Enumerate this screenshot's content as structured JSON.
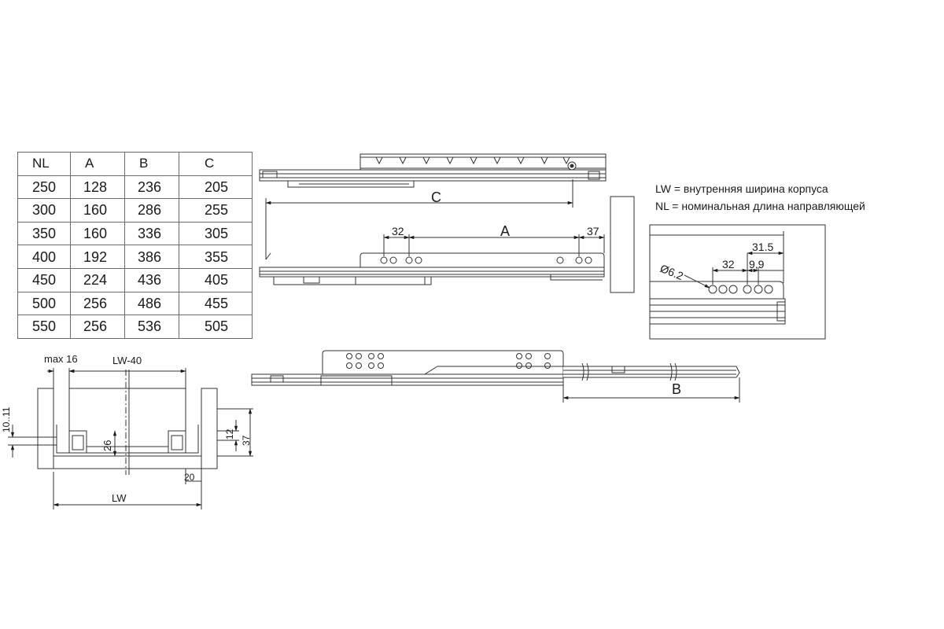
{
  "table": {
    "headers": [
      "NL",
      "A",
      "B",
      "C"
    ],
    "rows": [
      [
        "250",
        "128",
        "236",
        "205"
      ],
      [
        "300",
        "160",
        "286",
        "255"
      ],
      [
        "350",
        "160",
        "336",
        "305"
      ],
      [
        "400",
        "192",
        "386",
        "355"
      ],
      [
        "450",
        "224",
        "436",
        "405"
      ],
      [
        "500",
        "256",
        "486",
        "455"
      ],
      [
        "550",
        "256",
        "536",
        "505"
      ]
    ]
  },
  "legend": {
    "lw": "LW = внутренняя ширина корпуса",
    "nl": "NL = номинальная длина направляющей"
  },
  "labels": {
    "c": "C",
    "a": "A",
    "b": "B",
    "d32": "32",
    "d37": "37",
    "d31_5": "31.5",
    "d32_detail": "32",
    "d9_9": "9,9",
    "diam": "Ø6.2",
    "max16": "max 16",
    "lw40": "LW-40",
    "lw": "LW",
    "d10_11": "10..11",
    "d26": "26",
    "d12": "12",
    "d37_side": "37",
    "d20": "20"
  }
}
